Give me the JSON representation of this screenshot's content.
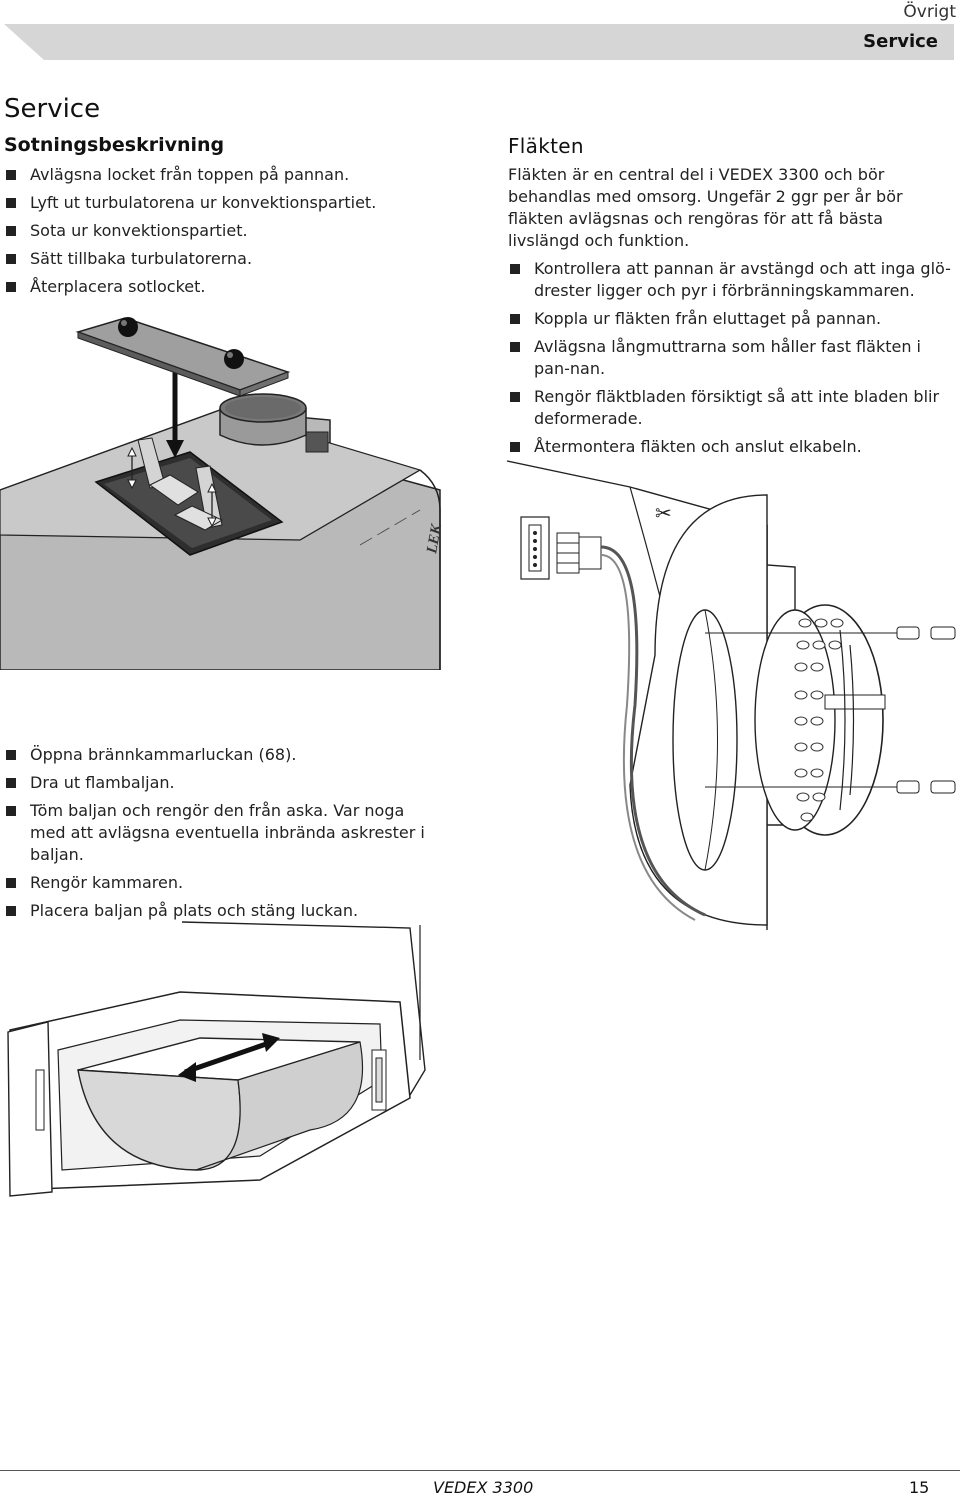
{
  "header": {
    "section": "Övrigt",
    "band_label": "Service"
  },
  "page_title": "Service",
  "sooting": {
    "heading": "Sotningsbeskrivning",
    "steps": [
      "Avlägsna locket från toppen på pannan.",
      "Lyft ut turbulatorena ur konvektionspartiet.",
      "Sota ur konvektionspartiet.",
      "Sätt tillbaka turbulatorerna.",
      "Återplacera sotlocket."
    ]
  },
  "fan": {
    "heading": "Fläkten",
    "intro": "Fläkten är en central del i VEDEX 3300 och bör behandlas med omsorg. Ungefär 2 ggr per år bör fläkten avlägsnas och rengöras för att få bästa livslängd och funktion.",
    "steps": [
      "Kontrollera att pannan är avstängd och att inga glö-drester ligger och pyr i förbränningskammaren.",
      "Koppla ur fläkten från eluttaget på pannan.",
      "Avlägsna långmuttrarna som håller fast fläkten i pan-nan.",
      "Rengör fläktbladen försiktigt så att inte bladen blir deformerade.",
      "Återmontera fläkten och anslut elkabeln."
    ]
  },
  "ash": {
    "steps": [
      "Öppna brännkammarluckan (68).",
      "Dra ut flambaljan.",
      "Töm baljan och rengör den från aska. Var noga med att avlägsna eventuella inbrända askrester i baljan.",
      "Rengör kammaren.",
      "Placera baljan på plats och stäng luckan."
    ]
  },
  "figures": {
    "boiler_brand_mark": "LEK"
  },
  "footer": {
    "model": "VEDEX 3300",
    "page_number": "15"
  }
}
